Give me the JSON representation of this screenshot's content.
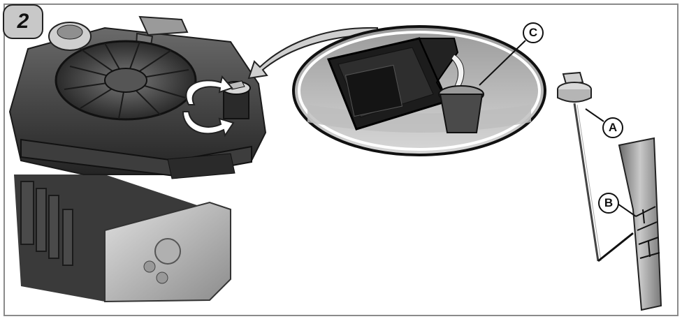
{
  "step_number": "2",
  "callouts": {
    "a": "A",
    "b": "B",
    "c": "C"
  },
  "colors": {
    "border": "#8a8a8a",
    "engine_dark": "#2e2e2e",
    "engine_mid": "#5a5a5a",
    "engine_light": "#b9b9b9",
    "badge_fill": "#c8c8c8"
  },
  "icons": [
    "engine-illustration",
    "curved-arrow-icon",
    "rotate-arrow-icon",
    "funnel-illustration",
    "dipstick-illustration",
    "dipstick-detail-illustration"
  ]
}
